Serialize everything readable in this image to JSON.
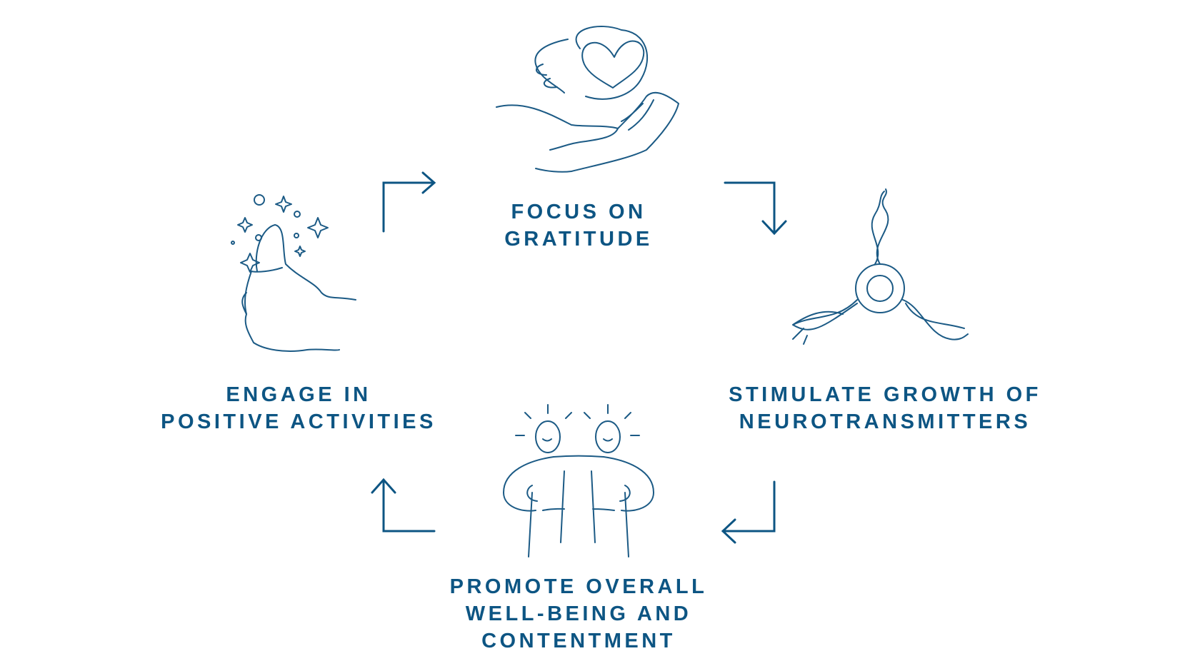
{
  "steps": [
    {
      "lines": [
        "FOCUS ON",
        "GRATITUDE"
      ],
      "icon": "heart-in-hand-icon"
    },
    {
      "lines": [
        "STIMULATE GROWTH OF",
        "NEUROTRANSMITTERS"
      ],
      "icon": "neurotransmitter-icon"
    },
    {
      "lines": [
        "PROMOTE OVERALL",
        "WELL-BEING AND",
        "CONTENTMENT"
      ],
      "icon": "embracing-people-icon"
    },
    {
      "lines": [
        "ENGAGE IN",
        "POSITIVE ACTIVITIES"
      ],
      "icon": "thumbs-up-sparkle-icon"
    }
  ],
  "colors": {
    "accent": "#0d5583"
  }
}
